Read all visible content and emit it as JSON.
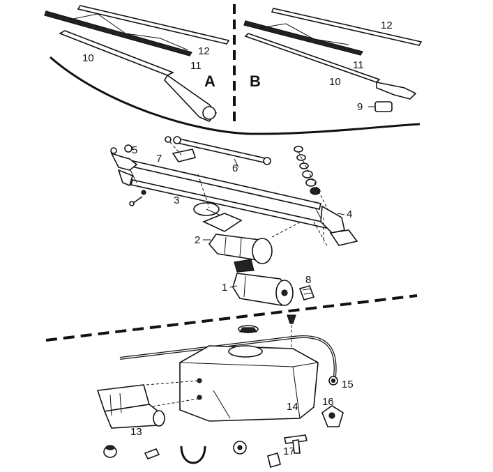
{
  "variants": {
    "a": "A",
    "b": "B"
  },
  "labels": {
    "p1": "1",
    "p2": "2",
    "p3": "3",
    "p4": "4",
    "p5": "5",
    "p6": "6",
    "p7": "7",
    "p8": "8",
    "p9": "9",
    "p10a": "10",
    "p11a": "11",
    "p12a": "12",
    "p10b": "10",
    "p11b": "11",
    "p12b": "12",
    "p13": "13",
    "p14": "14",
    "p15": "15",
    "p16": "16",
    "p17": "17"
  }
}
